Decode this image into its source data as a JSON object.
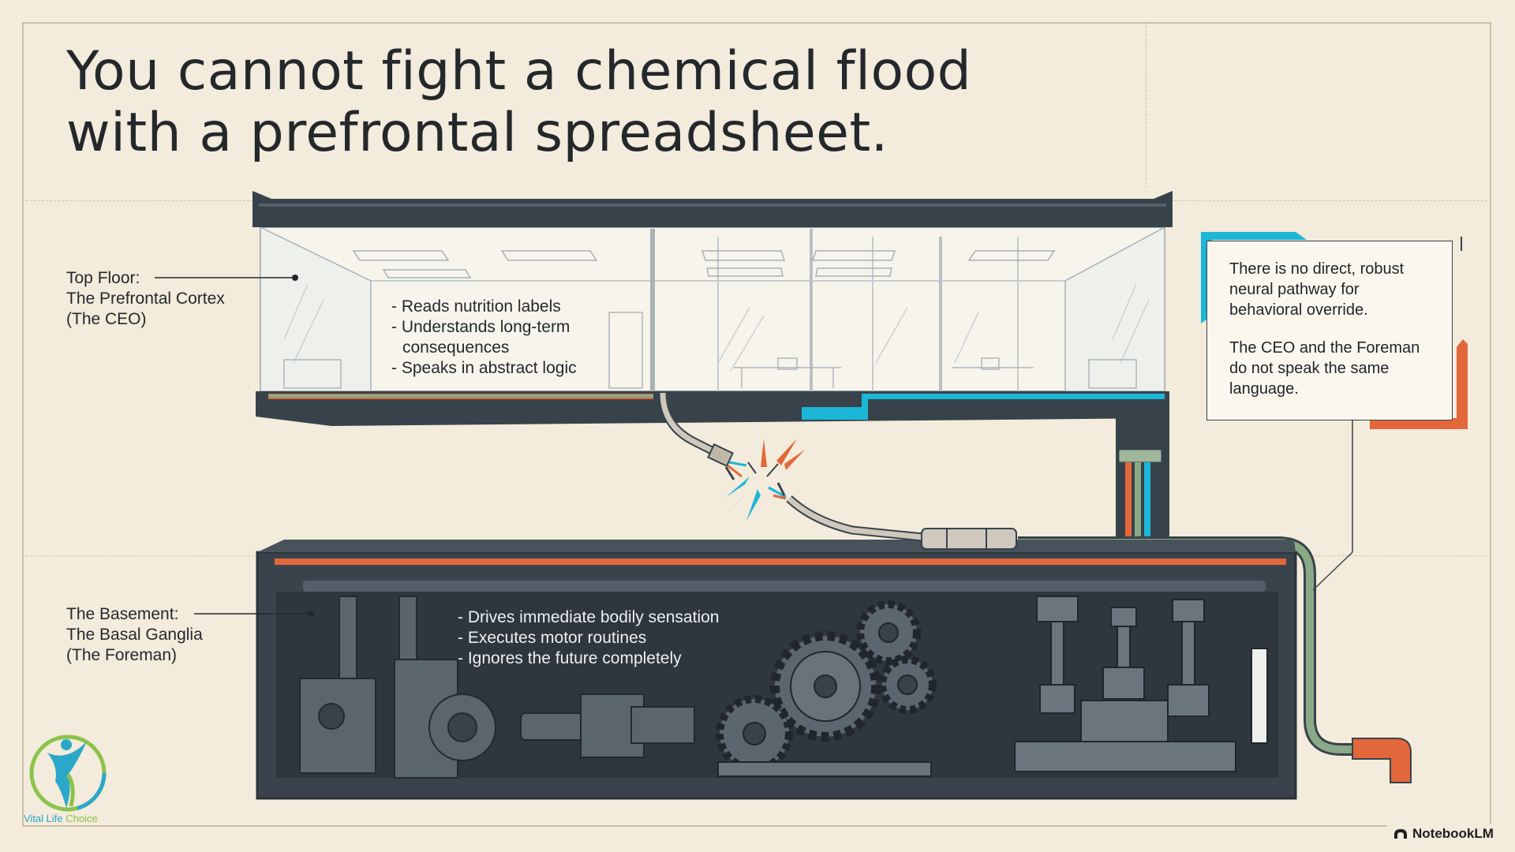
{
  "title": {
    "line1": "You cannot fight a chemical flood",
    "line2": "with a prefrontal spreadsheet."
  },
  "top_floor": {
    "label": [
      "Top Floor:",
      "The Prefrontal Cortex",
      "(The CEO)"
    ],
    "bullets": [
      "Reads nutrition labels",
      "Understands long-term consequences",
      "Speaks in abstract logic"
    ]
  },
  "basement": {
    "label": [
      "The Basement:",
      "The Basal Ganglia",
      "(The Foreman)"
    ],
    "bullets": [
      "Drives immediate bodily sensation",
      "Executes motor routines",
      "Ignores the future completely"
    ]
  },
  "callout": {
    "paragraph1": "There is no direct, robust neural pathway for behavioral override.",
    "paragraph2": "The CEO and the Foreman do not speak the same language."
  },
  "logo": {
    "brand": "Vital Life",
    "brand_suffix": "Choice"
  },
  "credit": {
    "label": "NotebookLM",
    "icon": "notebooklm-icon"
  },
  "colors": {
    "background": "#f3ebdb",
    "ink": "#25292d",
    "structure": "#39434c",
    "basement_fill": "#3b444d",
    "cyan_wire": "#1cb6d6",
    "orange_wire": "#e2673a",
    "green_pipe": "#8aa987"
  }
}
